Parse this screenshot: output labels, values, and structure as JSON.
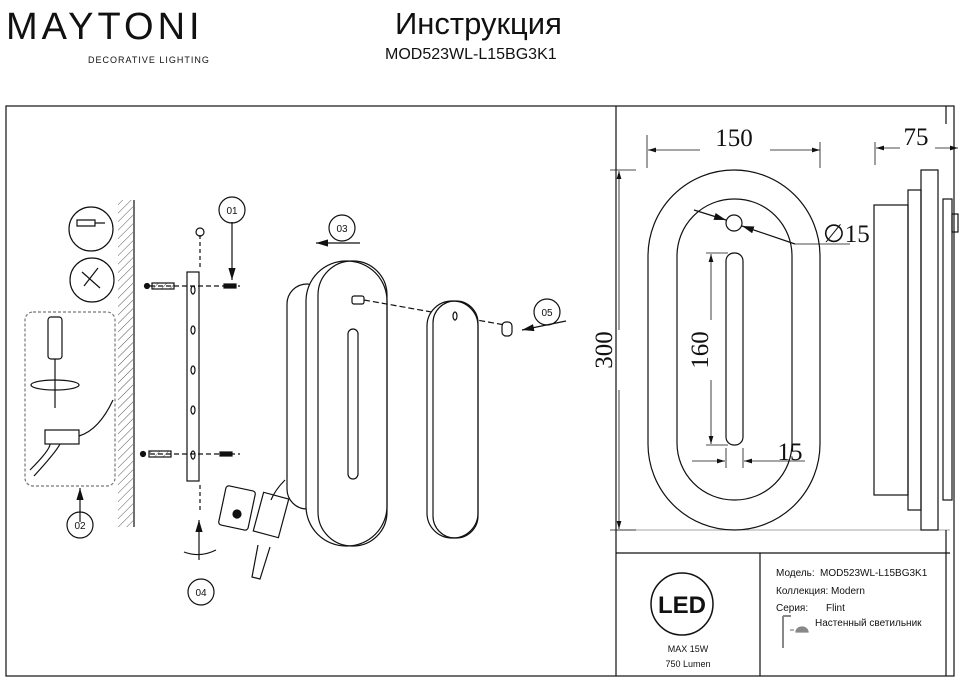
{
  "header": {
    "brand": "MAYTONI",
    "brand_tagline": "DECORATIVE LIGHTING",
    "title": "Инструкция",
    "model": "MOD523WL-L15BG3K1"
  },
  "assembly": {
    "steps": [
      "01",
      "02",
      "03",
      "04",
      "05"
    ]
  },
  "dimensions": {
    "width": "150",
    "depth": "75",
    "height": "300",
    "slot_length": "160",
    "slot_width": "15",
    "hole_diameter": "∅15"
  },
  "spec_table": {
    "led_badge": "LED",
    "max_power": "MAX 15W",
    "lumen": "750 Lumen",
    "model_label": "Модель:",
    "model_value": "MOD523WL-L15BG3K1",
    "collection_label": "Коллекция:",
    "collection_value": "Modern",
    "series_label": "Серия:",
    "series_value": "Flint",
    "type_value": "Настенный светильник",
    "type_icon": "wall-lamp-icon"
  }
}
